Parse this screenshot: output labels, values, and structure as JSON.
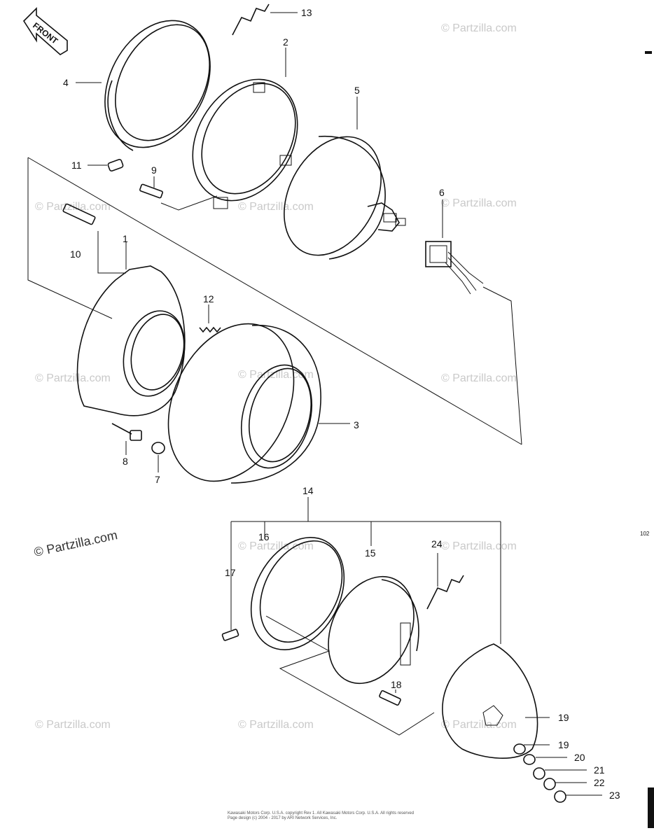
{
  "front_arrow": {
    "label": "FRONT"
  },
  "page_code": "102",
  "watermarks": [
    "© Partzilla.com"
  ],
  "footer": {
    "line1": "Kawasaki Motors Corp. U.S.A. copyright Rev 1.  All Kawasaki Motors Corp. U.S.A.  All rights reserved",
    "line2": "Page design (c) 2004 - 2017 by ARI Network Services, Inc."
  },
  "callouts": [
    "1",
    "2",
    "3",
    "4",
    "5",
    "6",
    "7",
    "8",
    "9",
    "10",
    "11",
    "12",
    "13",
    "14",
    "15",
    "16",
    "17",
    "18",
    "19",
    "19",
    "20",
    "21",
    "22",
    "23",
    "24"
  ]
}
